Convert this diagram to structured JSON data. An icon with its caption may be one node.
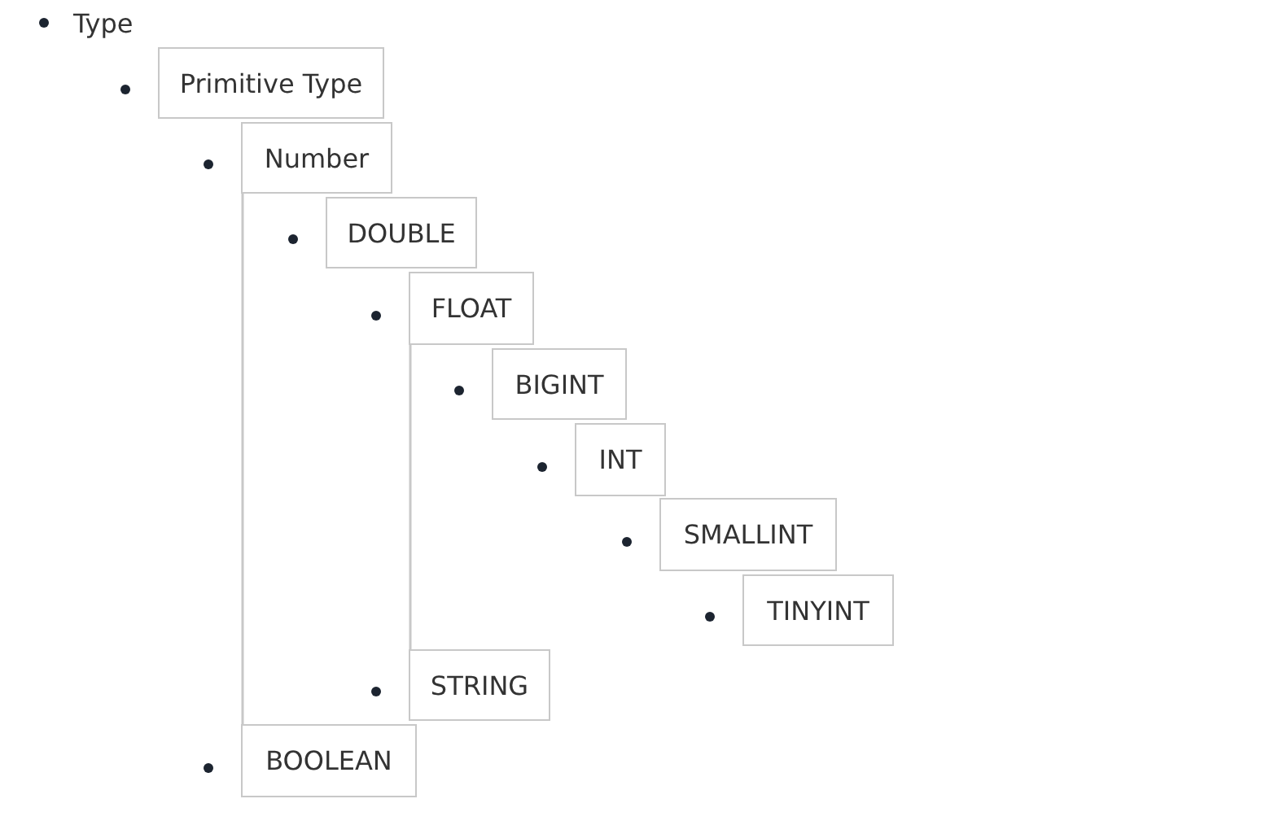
{
  "diagram": {
    "nodes": [
      {
        "text": [
          "Primitive Type"
        ]
      },
      {
        "text": [
          "Number"
        ]
      },
      {
        "text": [
          "DOUBLE"
        ]
      },
      {
        "text": [
          "FLOAT"
        ]
      },
      {
        "text": [
          "BIGINT"
        ]
      },
      {
        "text": [
          "INT"
        ]
      },
      {
        "text": [
          "SMALLINT"
        ]
      },
      {
        "text": [
          "TINYINT"
        ]
      },
      {
        "text": [
          "STRING"
        ]
      },
      {
        "text": [
          "BOOLEAN"
        ]
      }
    ],
    "edges": [
      {
        "from": 1,
        "to": 9,
        "arrow": "none"
      },
      {
        "from": 3,
        "to": 8,
        "arrow": "none"
      }
    ],
    "labels": [
      "Type"
    ]
  }
}
